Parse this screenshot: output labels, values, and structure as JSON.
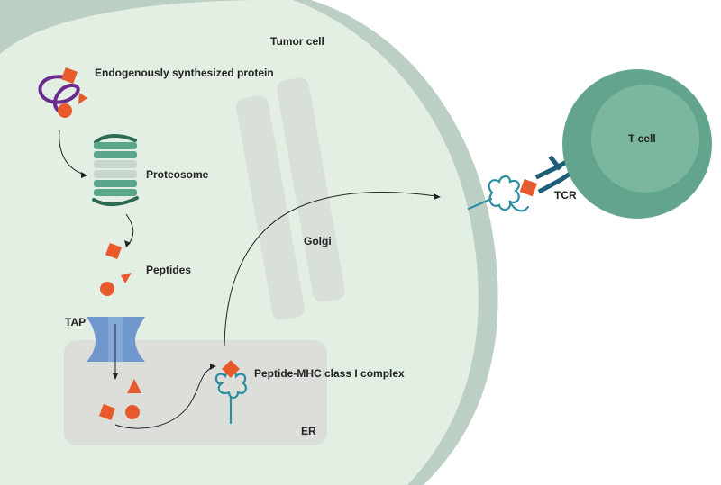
{
  "labels": {
    "tumor_cell": "Tumor cell",
    "protein": "Endogenously synthesized protein",
    "proteasome": "Proteosome",
    "peptides": "Peptides",
    "tap": "TAP",
    "golgi": "Golgi",
    "complex": "Peptide-MHC class I complex",
    "er": "ER",
    "t_cell": "T cell",
    "tcr": "TCR"
  },
  "colors": {
    "cell_fill": "#e4efe4",
    "membrane": "#bccfc4",
    "golgi": "#d9dfd9",
    "er": "#dcdfd9",
    "peptide": "#e8592b",
    "protein_chain": "#6a2a8e",
    "proteasome_dark": "#2e6b53",
    "proteasome_mid": "#5aa68a",
    "proteasome_light": "#c8d6cf",
    "tap": "#6f97cc",
    "mhc": "#2a8fa2",
    "tcr": "#1f5e78",
    "tcell_outer": "#63a58c",
    "tcell_inner": "#7bb79f"
  },
  "icons": [
    "protein-chain-icon",
    "proteasome-icon",
    "tap-transporter-icon",
    "mhc-class-i-icon",
    "tcr-receptor-icon"
  ]
}
